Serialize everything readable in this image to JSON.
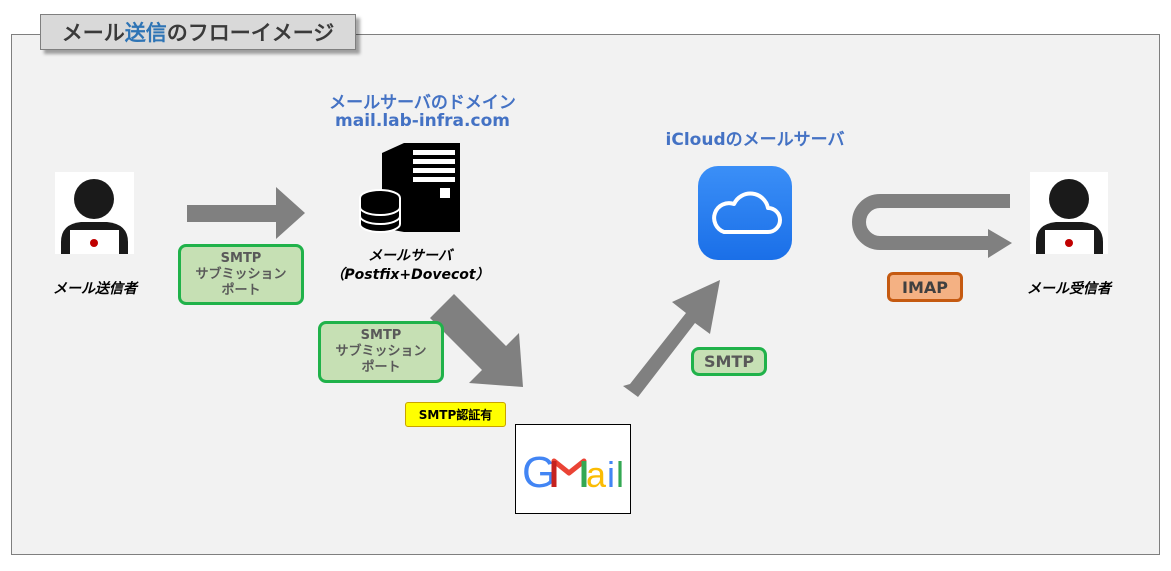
{
  "title": {
    "prefix": "メール",
    "accent": "送信",
    "suffix": "のフローイメージ"
  },
  "domain_label": {
    "line1": "メールサーバのドメイン",
    "line2": "mail.lab-infra.com"
  },
  "mail_server": {
    "line1": "メールサーバ",
    "line2": "（Postfix+Dovecot）"
  },
  "icloud_label": "iCloudのメールサーバ",
  "sender_label": "メール送信者",
  "receiver_label": "メール受信者",
  "submission_port_1": {
    "line1": "SMTP",
    "line2": "サブミッション",
    "line3": "ポート"
  },
  "submission_port_2": {
    "line1": "SMTP",
    "line2": "サブミッション",
    "line3": "ポート"
  },
  "smtp_auth": "SMTP認証有",
  "smtp": "SMTP",
  "imap": "IMAP",
  "colors": {
    "accent_blue": "#4472c4",
    "green_border": "#20b24a",
    "green_fill": "#c6e0b4",
    "arrow_gray": "#808080",
    "imap_fill": "#f4b183",
    "imap_border": "#c55a11"
  }
}
